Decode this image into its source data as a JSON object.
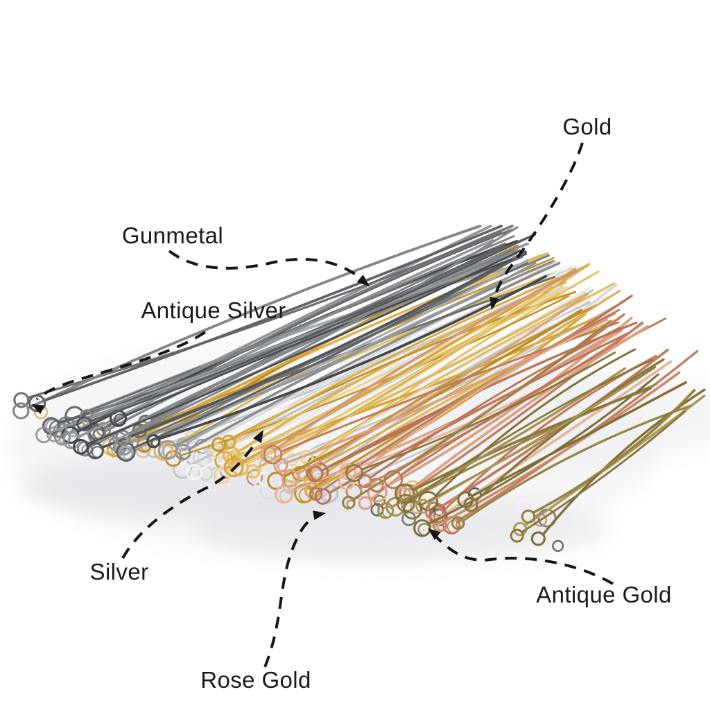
{
  "annotations": [
    {
      "id": "gold",
      "label": "Gold",
      "metal_color": "#d7a63d"
    },
    {
      "id": "gunmetal",
      "label": "Gunmetal",
      "metal_color": "#53565a"
    },
    {
      "id": "antique-silver",
      "label": "Antique Silver",
      "metal_color": "#7e8184"
    },
    {
      "id": "silver",
      "label": "Silver",
      "metal_color": "#e8eaeb"
    },
    {
      "id": "rose-gold",
      "label": "Rose Gold",
      "metal_color": "#cb8a69"
    },
    {
      "id": "antique-gold",
      "label": "Antique Gold",
      "metal_color": "#95813f"
    }
  ],
  "style": {
    "background": "#ffffff",
    "annotation_color": "#151515"
  }
}
